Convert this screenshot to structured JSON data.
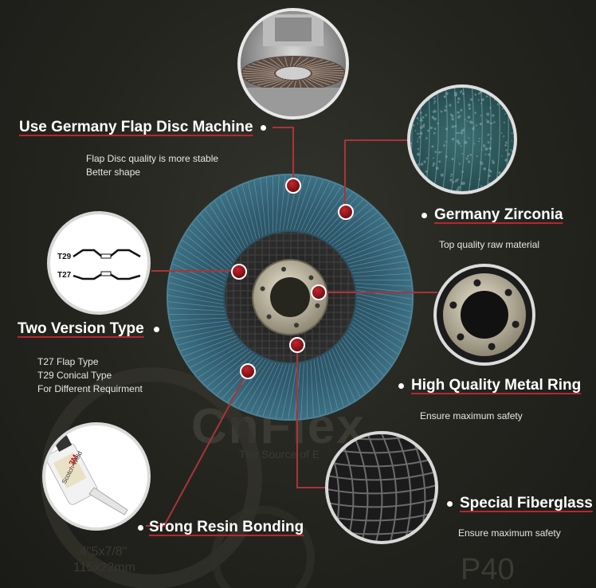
{
  "features": [
    {
      "key": "machine",
      "title": "Use Germany Flap Disc Machine",
      "lines": [
        "Flap Disc quality is more stable",
        "Better shape"
      ]
    },
    {
      "key": "zirconia",
      "title": "Germany Zirconia",
      "lines": [
        "Top quality raw material"
      ]
    },
    {
      "key": "version",
      "title": "Two Version Type",
      "lines": [
        "T27 Flap Type",
        "T29 Conical Type",
        "For Different Requirment"
      ]
    },
    {
      "key": "ring",
      "title": "High Quality Metal Ring",
      "lines": [
        "Ensure maximum safety"
      ]
    },
    {
      "key": "fiberglass",
      "title": "Special Fiberglass",
      "lines": [
        "Ensure maximum safety"
      ]
    },
    {
      "key": "resin",
      "title": "Srong Resin Bonding",
      "lines": []
    }
  ],
  "diagram_labels": {
    "t29": "T29",
    "t27": "T27"
  },
  "glue_bottle": {
    "brand": "3M",
    "product": "Scotch-Weld"
  },
  "watermark": {
    "brand": "CnFlex",
    "slogan": "The Source of E",
    "size_line1": "4\"5x7/8\"",
    "size_line2": "115x22mm",
    "grit": "P40"
  },
  "colors": {
    "accent": "#b8262e",
    "connector": "#a8343a",
    "text": "#ffffff",
    "disc": "#2f5b6e",
    "background": "#262622"
  }
}
